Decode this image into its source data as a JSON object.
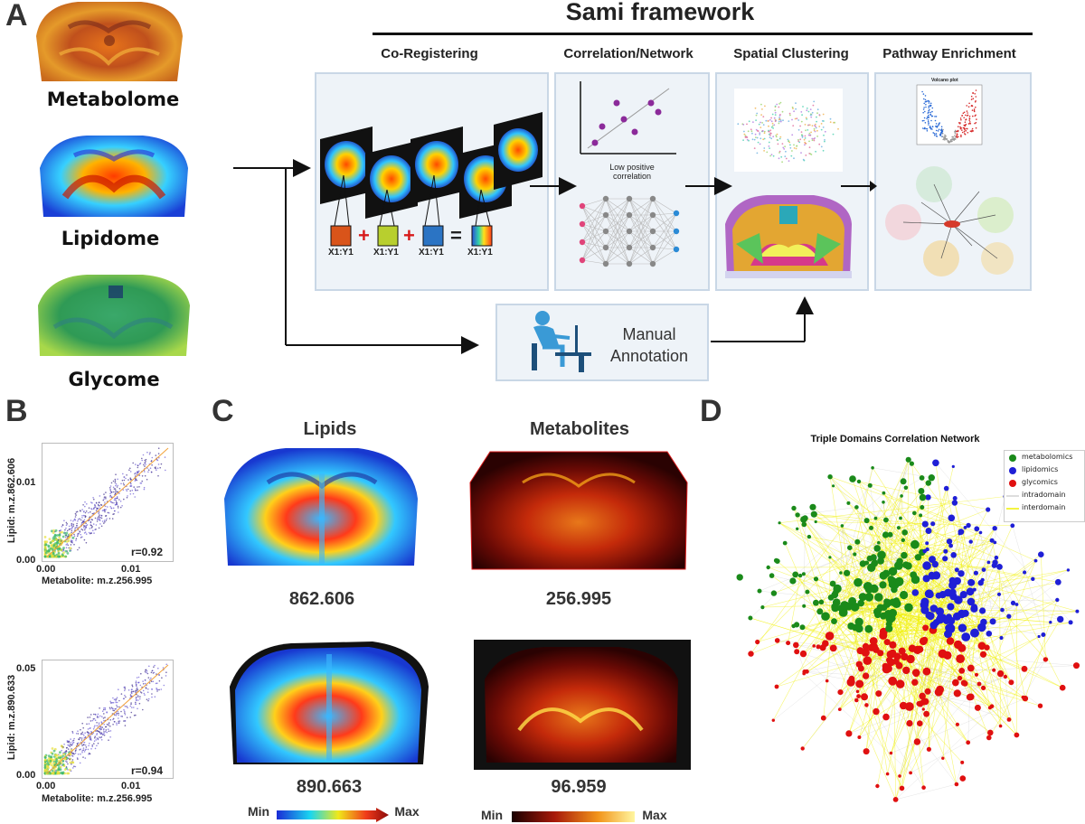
{
  "panels": {
    "a": "A",
    "b": "B",
    "c": "C",
    "d": "D"
  },
  "omics": {
    "metabolome": "Metabolome",
    "lipidome": "Lipidome",
    "glycome": "Glycome"
  },
  "framework": {
    "title": "Sami framework",
    "stages": [
      "Co-Registering",
      "Correlation/Network",
      "Spatial Clustering",
      "Pathway Enrichment"
    ],
    "coords": [
      "X1:Y1",
      "X1:Y1",
      "X1:Y1",
      "X1:Y1"
    ],
    "corr_caption": "Low positive correlation",
    "manual_annotation": "Manual Annotation",
    "volcano_title": "Volcano plot"
  },
  "scatter": [
    {
      "ylabel": "Lipid: m.z.862.606",
      "xlabel": "Metabolite: m.z.256.995",
      "r": "r=0.92",
      "yticks": [
        "0.01",
        "0.00"
      ],
      "xticks": [
        "0.00",
        "0.01"
      ]
    },
    {
      "ylabel": "Lipid: m.z.890.633",
      "xlabel": "Metabolite: m.z.256.995",
      "r": "r=0.94",
      "yticks": [
        "0.05",
        "0.00"
      ],
      "xticks": [
        "0.00",
        "0.01"
      ]
    }
  ],
  "imaging": {
    "lipids_title": "Lipids",
    "metabolites_title": "Metabolites",
    "mz": [
      "862.606",
      "256.995",
      "890.663",
      "96.959"
    ],
    "scale_min": "Min",
    "scale_max": "Max",
    "scale_min2": "Min",
    "scale_max2": "Max"
  },
  "network": {
    "title": "Triple Domains Correlation Network",
    "legend": [
      "metabolomics",
      "lipidomics",
      "glycomics",
      "intradomain",
      "interdomain"
    ],
    "colors": {
      "metabolomics": "#1a8a1a",
      "lipidomics": "#1f1fd6",
      "glycomics": "#e01010",
      "intradomain": "#bbbbbb",
      "interdomain": "#f0f000"
    }
  }
}
